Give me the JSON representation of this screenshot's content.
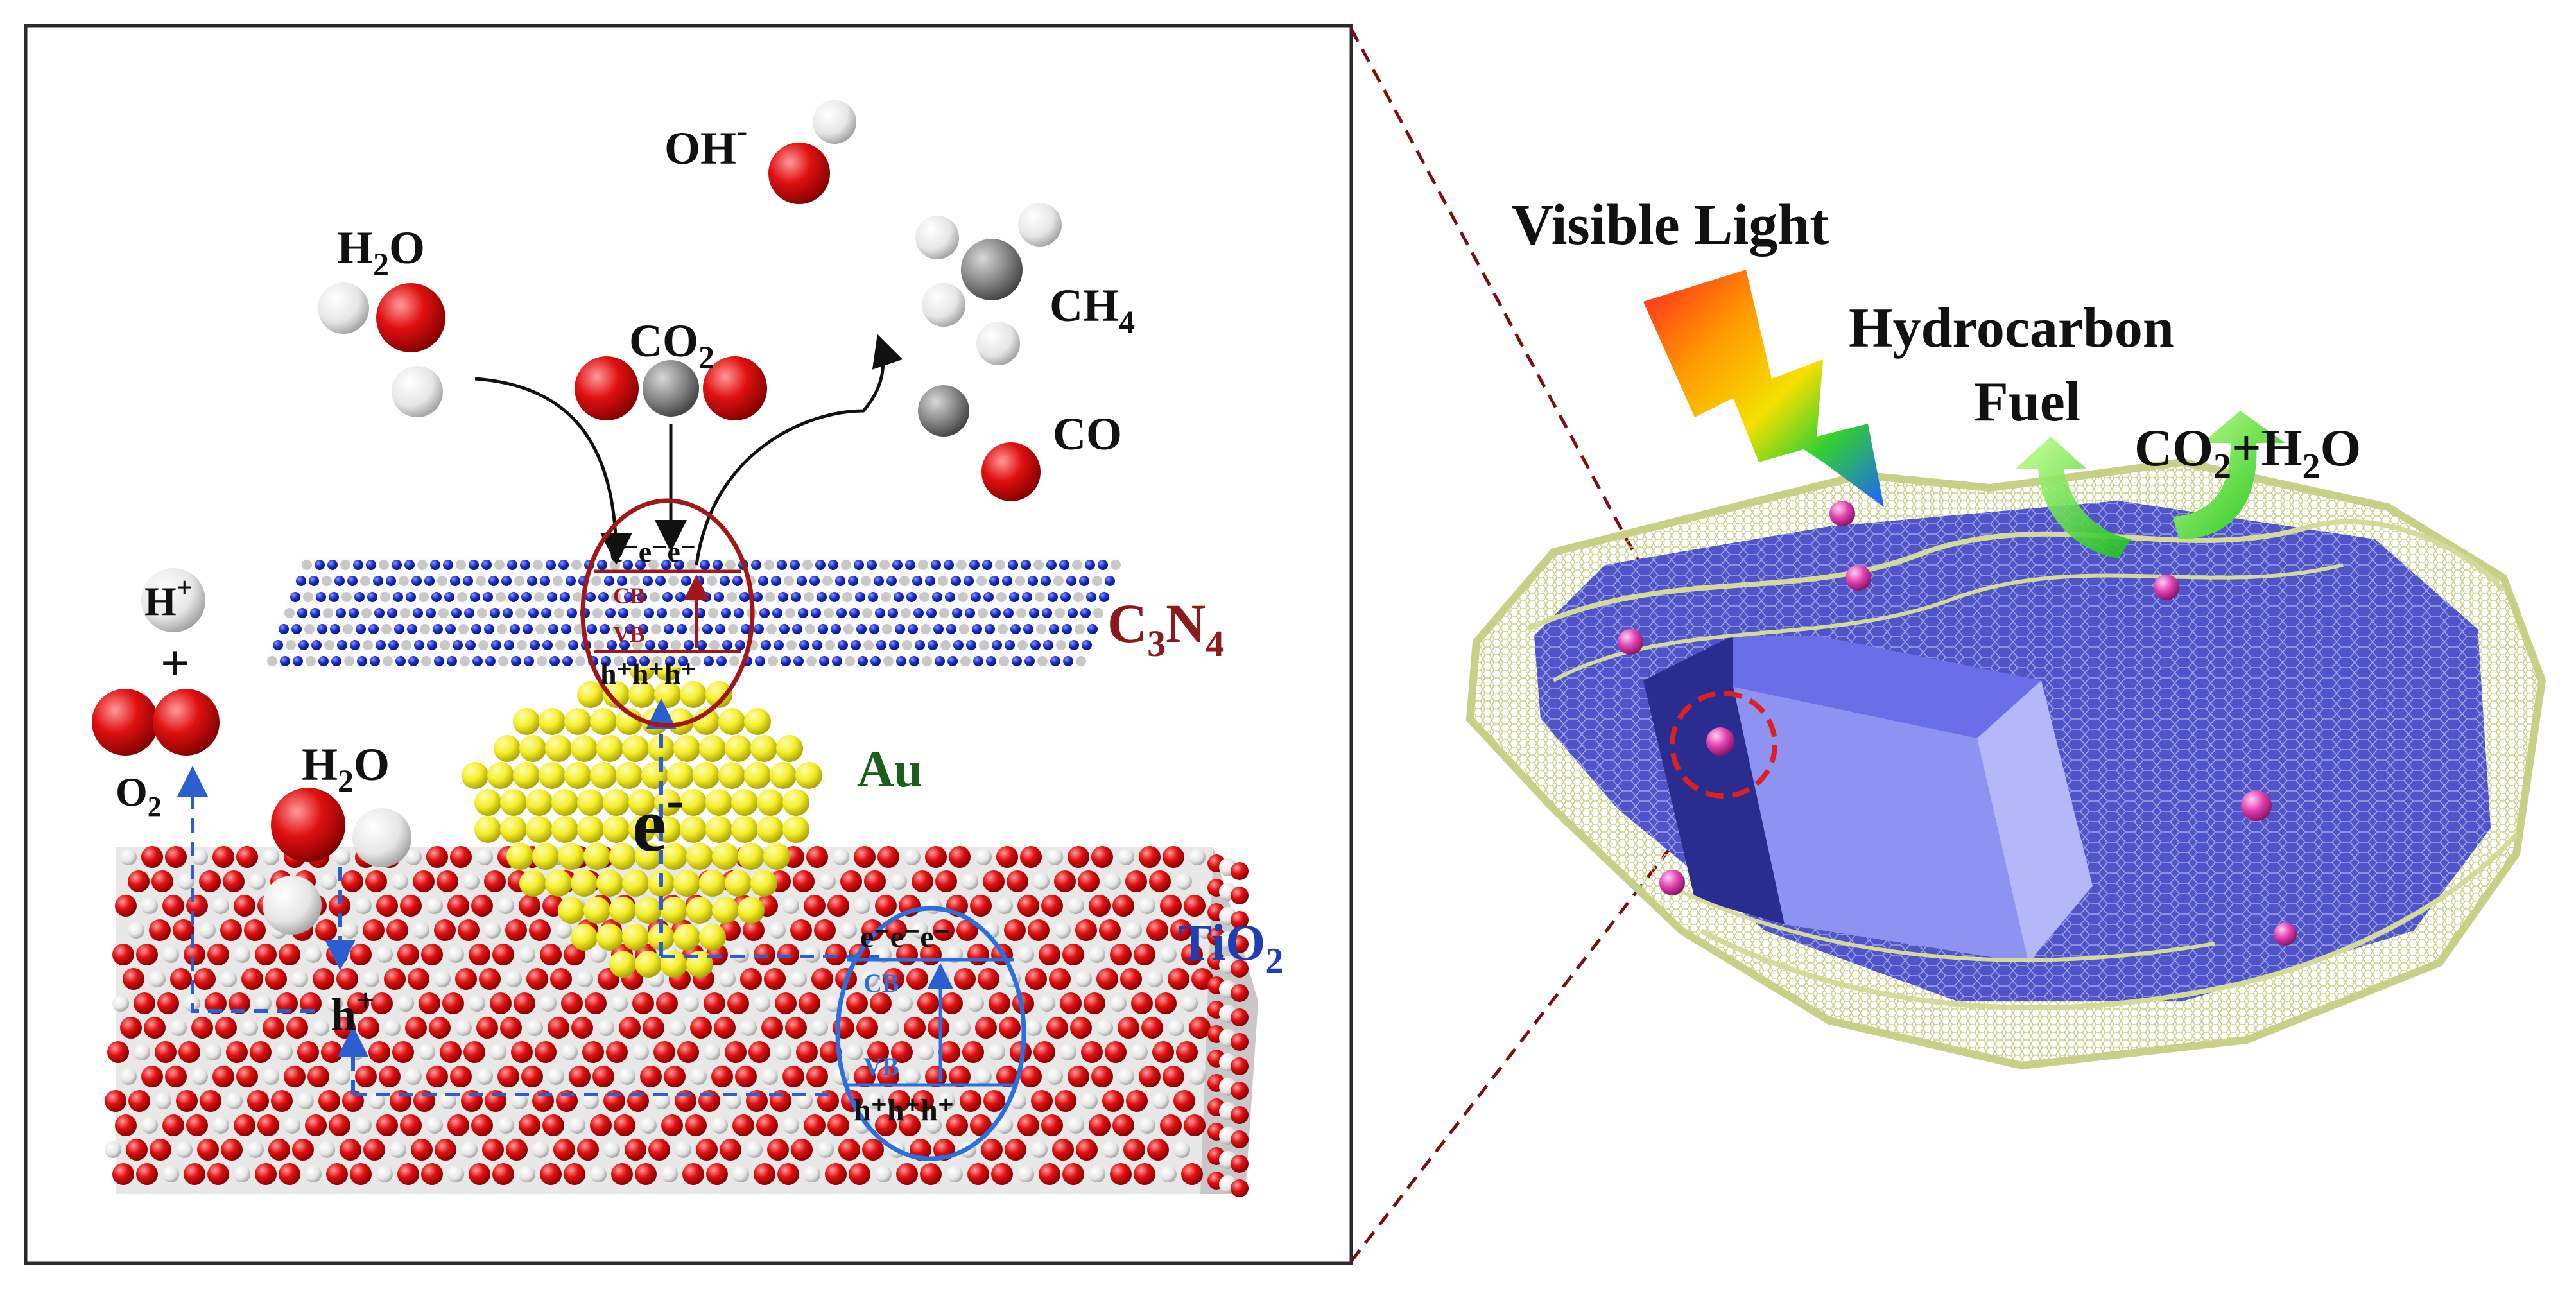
{
  "left_panel": {
    "molecules": {
      "oh": {
        "text": "OH",
        "sup": "-"
      },
      "h2o_top": {
        "text": "H",
        "sub": "2",
        "tail": "O"
      },
      "co2": {
        "text": "CO",
        "sub": "2"
      },
      "ch4": {
        "text": "CH",
        "sub": "4"
      },
      "co": {
        "text": "CO"
      },
      "h_plus": {
        "text": "H",
        "sup": "+"
      },
      "plus": "+",
      "o2": {
        "text": "O",
        "sub": "2"
      },
      "h2o_low": {
        "text": "H",
        "sub": "2",
        "tail": "O"
      }
    },
    "materials": {
      "c3n4": {
        "a": "C",
        "sub1": "3",
        "b": "N",
        "sub2": "4"
      },
      "au": "Au",
      "tio2": {
        "a": "TiO",
        "sub": "2"
      }
    },
    "band_c3n4": {
      "electrons": "e⁻e⁻e⁻",
      "cb": "CB",
      "vb": "VB",
      "holes": "h⁺h⁺h⁺"
    },
    "band_tio2": {
      "electrons": "e⁻e⁻e⁻",
      "cb": "CB",
      "vb": "VB",
      "holes": "h⁺h⁺h⁺"
    },
    "electron_big": {
      "text": "e",
      "sup": "-"
    },
    "hole": {
      "text": "h",
      "sup": "+"
    }
  },
  "right_panel": {
    "visible_light": "Visible Light",
    "fuel_line1": "Hydrocarbon",
    "fuel_line2": "Fuel",
    "reactants": {
      "a": "CO",
      "sub": "2",
      "b": "+H",
      "sub2": "2",
      "c": "O"
    }
  },
  "colors": {
    "oxygen": "#e01010",
    "hydrogen": "#f2f2f2",
    "carbon": "#8c8c8c",
    "nitrogen": "#1a2ec8",
    "gold": "#f5ef2a",
    "c3n4_label": "#8b1a1a",
    "au_label": "#1d5e1d",
    "tio2_label": "#1f3fb0",
    "band_c3n4": "#a01818",
    "band_tio2": "#2b6fdc",
    "crystal": "#5c60d8",
    "mesh": "#c8cf86"
  }
}
